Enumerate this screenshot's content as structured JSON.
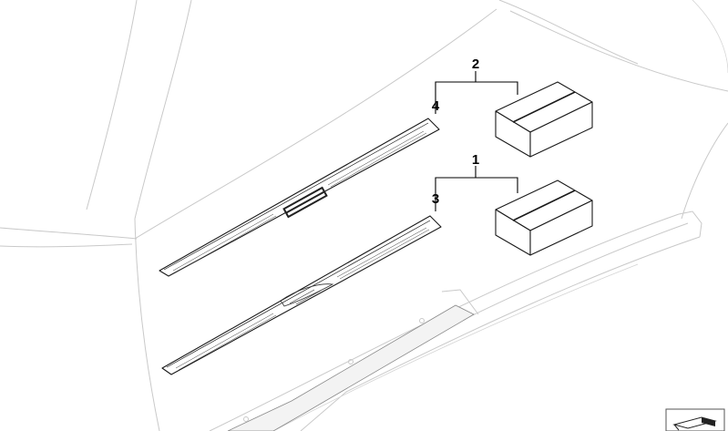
{
  "callouts": [
    {
      "id": "1",
      "label": "1"
    },
    {
      "id": "2",
      "label": "2"
    },
    {
      "id": "3",
      "label": "3"
    },
    {
      "id": "4",
      "label": "4"
    }
  ],
  "nav_icon": "arrow-icon"
}
